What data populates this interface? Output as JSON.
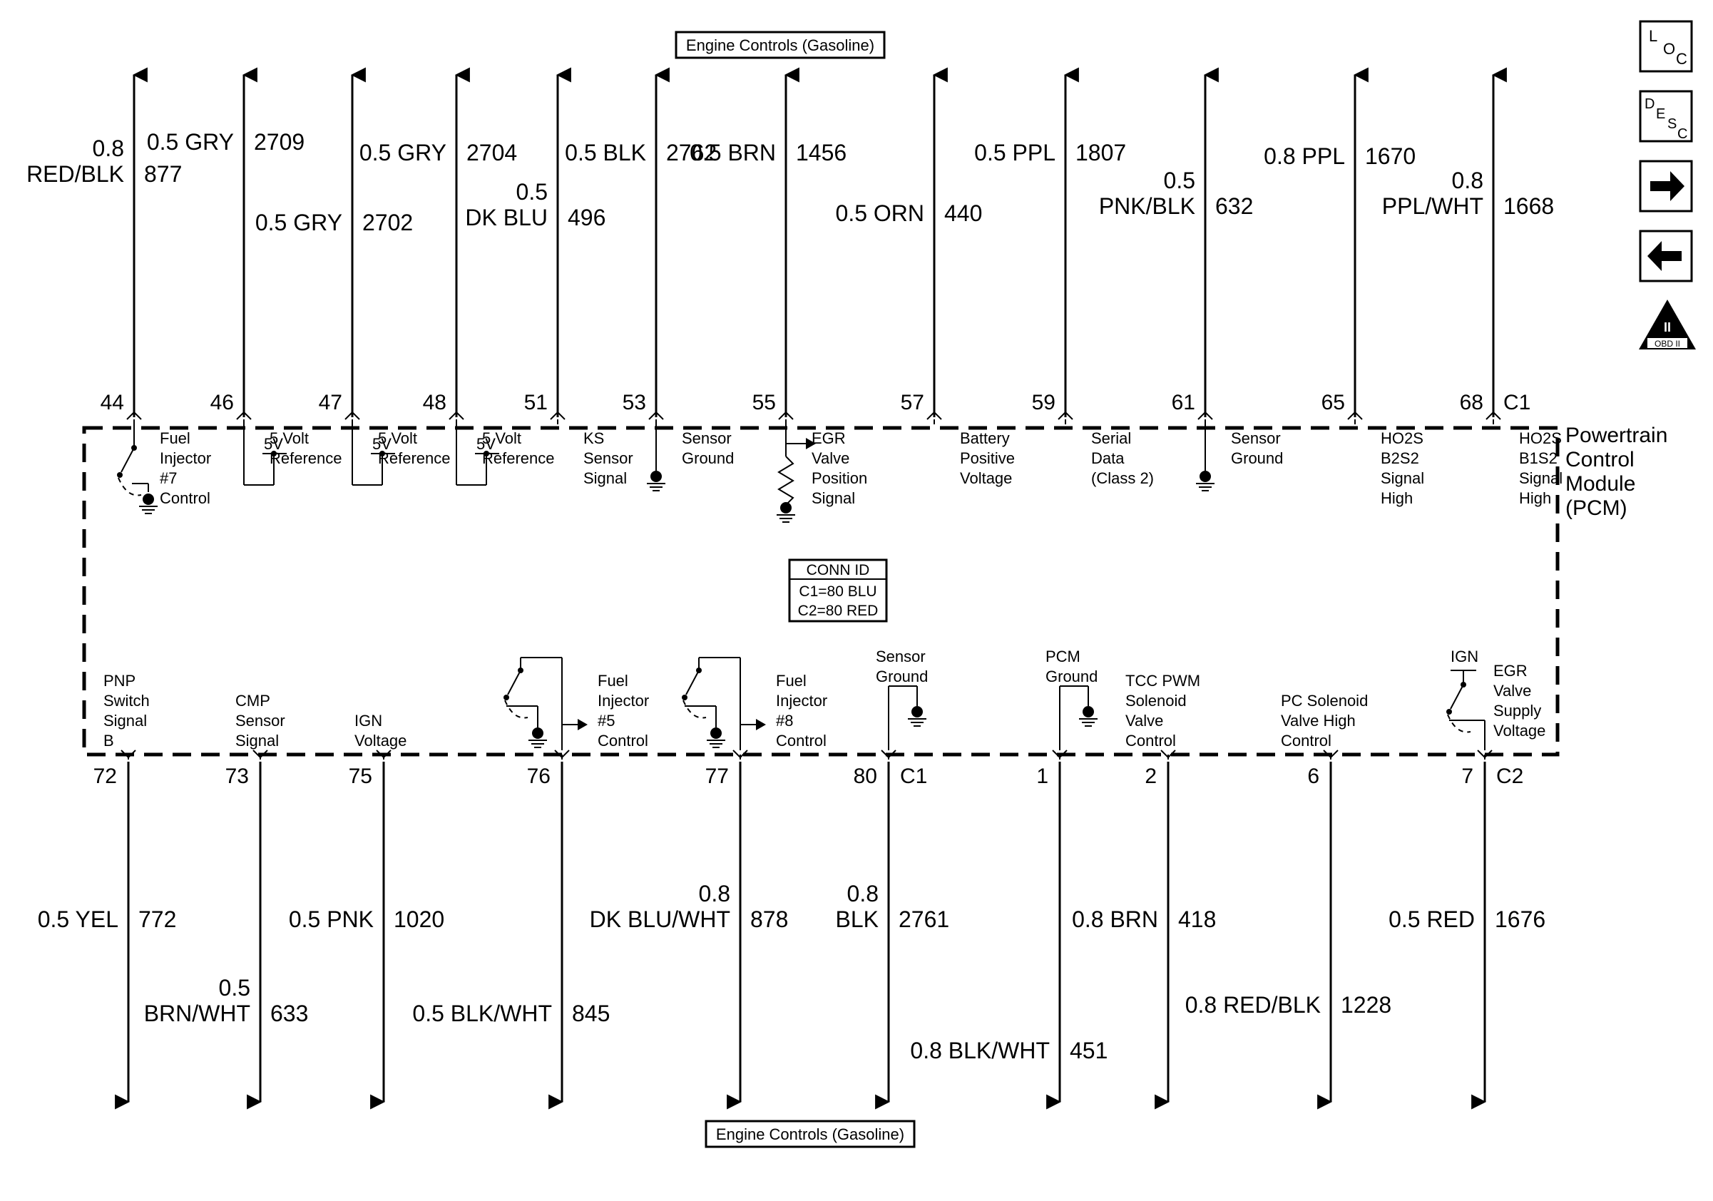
{
  "header": {
    "destination": "Engine Controls (Gasoline)"
  },
  "footer": {
    "destination": "Engine Controls (Gasoline)"
  },
  "module": {
    "name_lines": [
      "Powertrain",
      "Control",
      "Module",
      "(PCM)"
    ]
  },
  "conn_id": {
    "title": "CONN ID",
    "lines": [
      "C1=80 BLU",
      "C2=80 RED"
    ]
  },
  "nav_icons": {
    "loc": {
      "letters": [
        "L",
        "O",
        "C"
      ]
    },
    "desc": {
      "letters": [
        "D",
        "E",
        "S",
        "C"
      ]
    },
    "next": "arrow-right-icon",
    "prev": "arrow-left-icon",
    "obd": {
      "numeral": "II",
      "caption": "OBD II"
    }
  },
  "top_wires": [
    {
      "pin": "44",
      "connector": "",
      "size": "0.8",
      "color": "RED/BLK",
      "circuit": "877",
      "function": [
        "Fuel",
        "Injector",
        "#7",
        "Control"
      ]
    },
    {
      "pin": "46",
      "connector": "",
      "size": "0.5",
      "color": "GRY",
      "circuit": "2709",
      "function": [
        "5 Volt",
        "Reference"
      ],
      "supply": "5V"
    },
    {
      "pin": "47",
      "connector": "",
      "size": "0.5",
      "color": "GRY",
      "circuit": "2702",
      "function": [
        "5 Volt",
        "Reference"
      ],
      "supply": "5V"
    },
    {
      "pin": "48",
      "connector": "",
      "size": "0.5",
      "color": "GRY",
      "circuit": "2704",
      "function": [
        "5 Volt",
        "Reference"
      ],
      "supply": "5V"
    },
    {
      "pin": "51",
      "connector": "",
      "size": "0.5",
      "color": "DK BLU",
      "circuit": "496",
      "function": [
        "KS",
        "Sensor",
        "Signal"
      ]
    },
    {
      "pin": "53",
      "connector": "",
      "size": "0.5",
      "color": "BLK",
      "circuit": "2762",
      "function": [
        "Sensor",
        "Ground"
      ]
    },
    {
      "pin": "55",
      "connector": "",
      "size": "0.5",
      "color": "BRN",
      "circuit": "1456",
      "function": [
        "EGR",
        "Valve",
        "Position",
        "Signal"
      ]
    },
    {
      "pin": "57",
      "connector": "",
      "size": "0.5",
      "color": "ORN",
      "circuit": "440",
      "function": [
        "Battery",
        "Positive",
        "Voltage"
      ]
    },
    {
      "pin": "59",
      "connector": "",
      "size": "0.5",
      "color": "PPL",
      "circuit": "1807",
      "function": [
        "Serial",
        "Data",
        "(Class 2)"
      ]
    },
    {
      "pin": "61",
      "connector": "",
      "size": "0.5",
      "color": "PNK/BLK",
      "circuit": "632",
      "function": [
        "Sensor",
        "Ground"
      ]
    },
    {
      "pin": "65",
      "connector": "",
      "size": "0.8",
      "color": "PPL",
      "circuit": "1670",
      "function": [
        "HO2S",
        "B2S2",
        "Signal",
        "High"
      ]
    },
    {
      "pin": "68",
      "connector": "C1",
      "size": "0.8",
      "color": "PPL/WHT",
      "circuit": "1668",
      "function": [
        "HO2S",
        "B1S2",
        "Signal",
        "High"
      ]
    }
  ],
  "bottom_wires": [
    {
      "pin": "72",
      "connector": "",
      "size": "0.5",
      "color": "YEL",
      "circuit": "772",
      "function": [
        "PNP",
        "Switch",
        "Signal",
        "B"
      ]
    },
    {
      "pin": "73",
      "connector": "",
      "size": "0.5",
      "color": "BRN/WHT",
      "circuit": "633",
      "function": [
        "CMP",
        "Sensor",
        "Signal"
      ]
    },
    {
      "pin": "75",
      "connector": "",
      "size": "0.5",
      "color": "PNK",
      "circuit": "1020",
      "function": [
        "IGN",
        "Voltage"
      ]
    },
    {
      "pin": "76",
      "connector": "",
      "size": "0.5",
      "color": "BLK/WHT",
      "circuit": "845",
      "function": [
        "Fuel",
        "Injector",
        "#5",
        "Control"
      ]
    },
    {
      "pin": "77",
      "connector": "",
      "size": "0.8",
      "color": "DK BLU/WHT",
      "circuit": "878",
      "function": [
        "Fuel",
        "Injector",
        "#8",
        "Control"
      ]
    },
    {
      "pin": "80",
      "connector": "C1",
      "size": "0.8",
      "color": "BLK",
      "circuit": "2761",
      "function": [
        "Sensor",
        "Ground"
      ]
    },
    {
      "pin": "1",
      "connector": "",
      "size": "0.8",
      "color": "BLK/WHT",
      "circuit": "451",
      "function": [
        "PCM",
        "Ground"
      ]
    },
    {
      "pin": "2",
      "connector": "",
      "size": "0.8",
      "color": "BRN",
      "circuit": "418",
      "function": [
        "TCC PWM",
        "Solenoid",
        "Valve",
        "Control"
      ]
    },
    {
      "pin": "6",
      "connector": "",
      "size": "0.8",
      "color": "RED/BLK",
      "circuit": "1228",
      "function": [
        "PC Solenoid",
        "Valve High",
        "Control"
      ]
    },
    {
      "pin": "7",
      "connector": "C2",
      "size": "0.5",
      "color": "RED",
      "circuit": "1676",
      "function": [
        "EGR",
        "Valve",
        "Supply",
        "Voltage"
      ],
      "supply": "IGN"
    }
  ]
}
